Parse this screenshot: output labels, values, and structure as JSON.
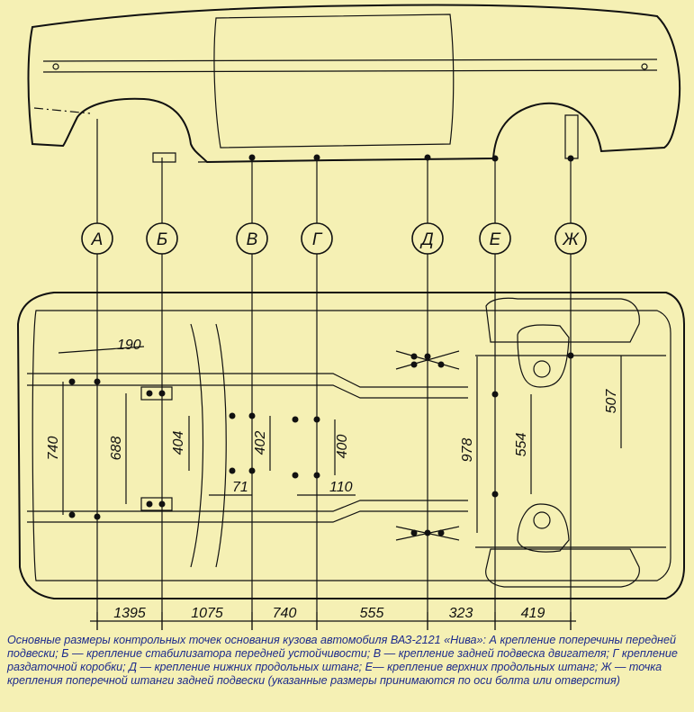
{
  "points": [
    "А",
    "Б",
    "В",
    "Г",
    "Д",
    "Е",
    "Ж"
  ],
  "dimensions": {
    "a_offset": "190",
    "a_width": "740",
    "b_width": "688",
    "v_width": "404",
    "v_offset": "71",
    "g_width_1": "402",
    "g_width_2": "400",
    "g_offset": "110",
    "d_width": "978",
    "e_width": "554",
    "zh_offset": "507"
  },
  "bottom_chain": [
    "1395",
    "1075",
    "740",
    "555",
    "323",
    "419"
  ],
  "caption": "Основные размеры контрольных точек основания кузова автомобиля ВАЗ-2121 «Нива»: А крепление поперечины передней подвески; Б — крепление стабилизатора передней устойчивости; В — крепление задней подвеска двигателя; Г крепление раздаточной коробки; Д — крепление нижних продольных штанг; Е— крепление верхних продольных штанг; Ж — точка крепления поперечной штанги задней подвески (указанные размеры принимаются по оси болта или отверстия)"
}
